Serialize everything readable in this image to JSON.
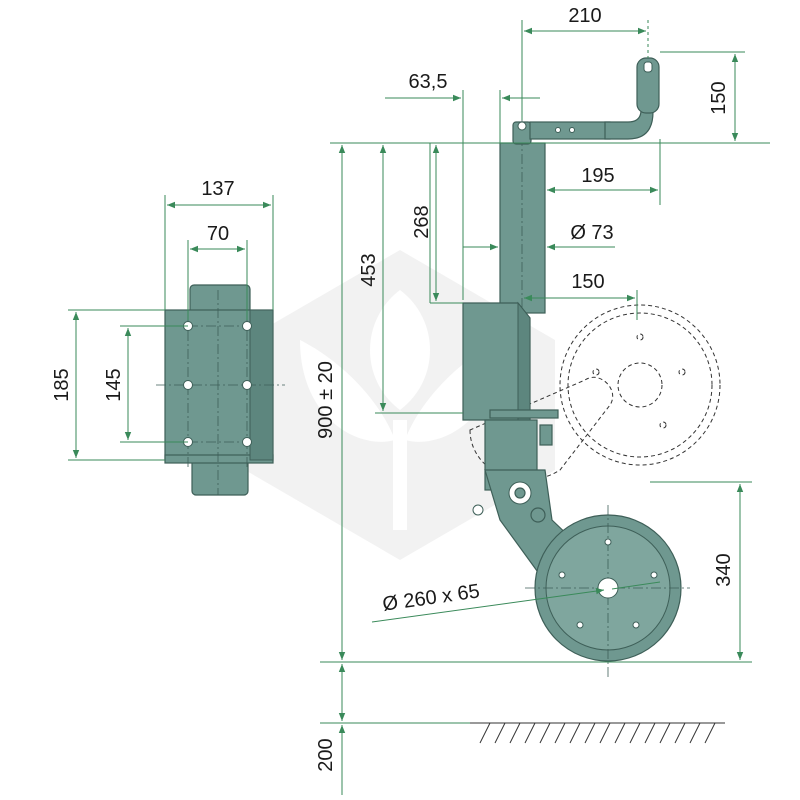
{
  "dimensions": {
    "crank_offset": "210",
    "handle_height": "150",
    "bracket_offset": "63,5",
    "crank_reach": "195",
    "tube_diameter": "Ø 73",
    "clamp_height": "268",
    "clamp_top_height": "453",
    "wheel_offset": "150",
    "overall_height": "900 ± 20",
    "wheel_size": "Ø 260 x 65",
    "wheel_height": "340",
    "ground_clearance": "200",
    "plate_width": "137",
    "plate_hole_spacing_h": "70",
    "plate_height": "185",
    "plate_hole_spacing_v": "145"
  },
  "colors": {
    "part": "#6f9890",
    "dimension_line": "#3a8a5a",
    "watermark": "#e6e6e6"
  }
}
